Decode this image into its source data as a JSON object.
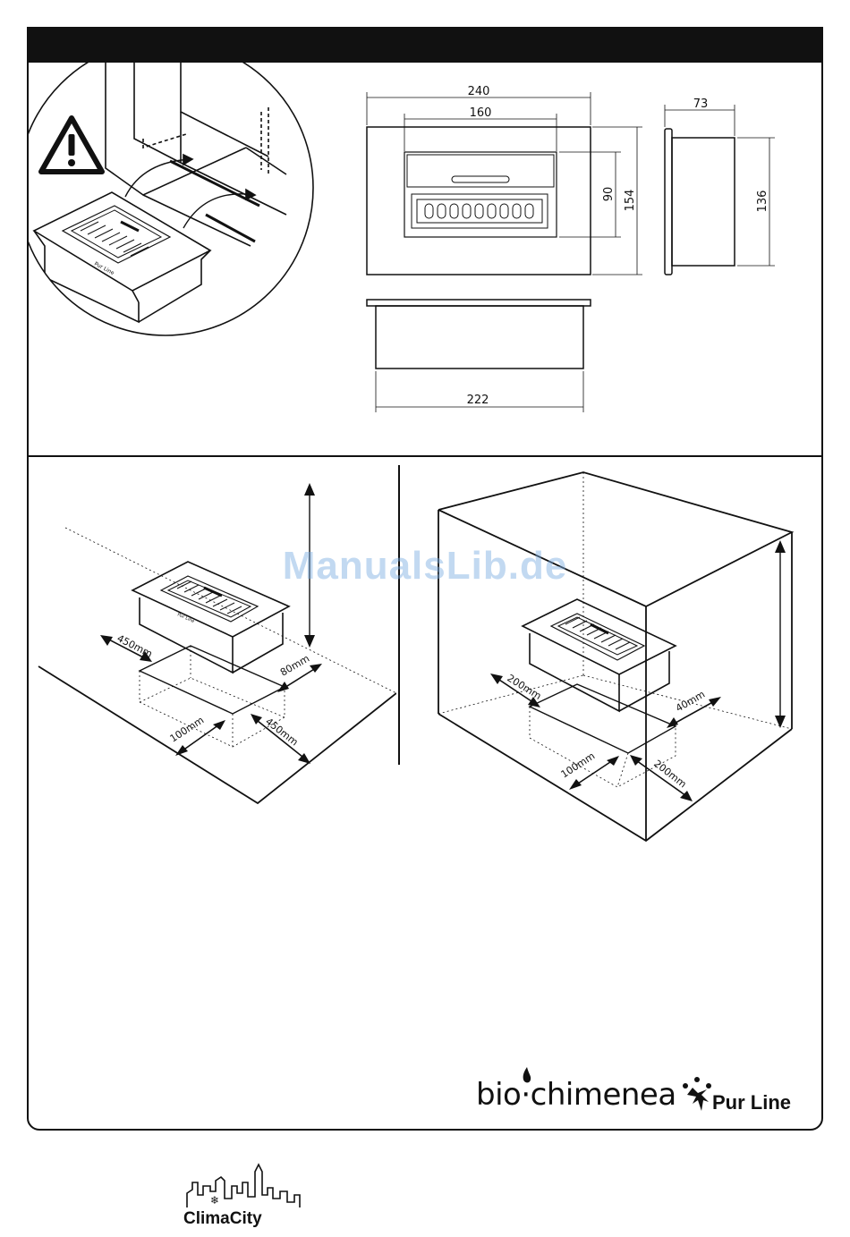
{
  "dimensions": {
    "front_width_outer": "240",
    "front_width_inner": "160",
    "front_height_inner": "90",
    "front_height_outer": "154",
    "side_depth": "73",
    "side_height": "136",
    "bottom_width": "222"
  },
  "clearances_left": {
    "left": "450mm",
    "rear": "80mm",
    "front": "100mm",
    "right": "450mm"
  },
  "clearances_right": {
    "left": "200mm",
    "rear": "40mm",
    "front": "100mm",
    "right": "200mm"
  },
  "warning_icon": "warning-triangle-icon",
  "watermark": "ManualsLib.de",
  "brands": {
    "biochimenea": "bio·chimenea",
    "purline": "Pur Line",
    "climacity": "ClimaCity"
  }
}
